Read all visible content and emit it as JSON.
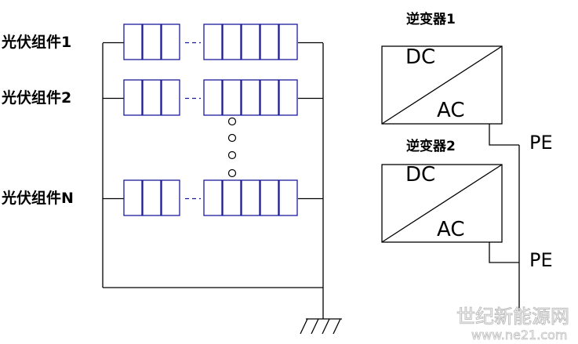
{
  "pv_strings": [
    {
      "label": "光伏组件1"
    },
    {
      "label": "光伏组件2"
    },
    {
      "label": "光伏组件N"
    }
  ],
  "inverters": [
    {
      "title": "逆变器1",
      "dc_label": "DC",
      "ac_label": "AC"
    },
    {
      "title": "逆变器2",
      "dc_label": "DC",
      "ac_label": "AC"
    }
  ],
  "pe_labels": [
    "PE",
    "PE"
  ],
  "watermark": {
    "cn": "世纪新能源网",
    "url": "www.ne21.com"
  },
  "colors": {
    "module_stroke": "#1a1a9a",
    "wire": "#000000",
    "watermark": "#c8c8c8"
  }
}
